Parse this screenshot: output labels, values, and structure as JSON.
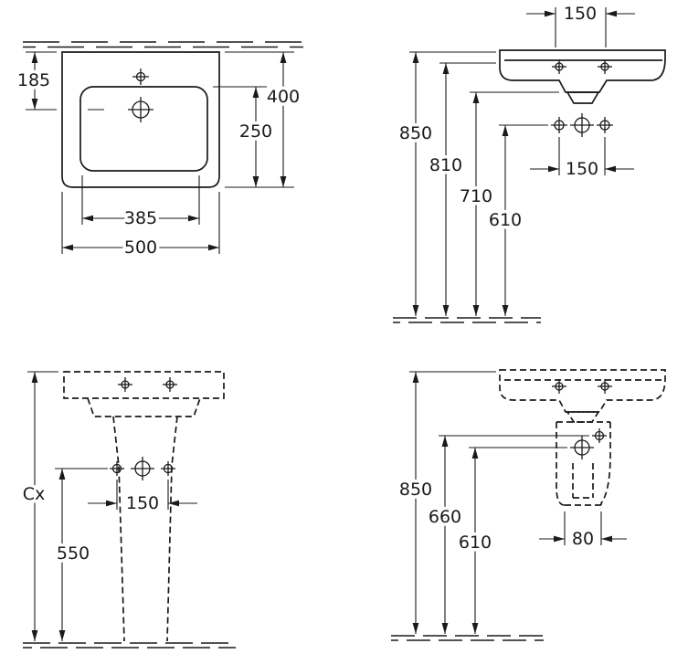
{
  "page": {
    "background": "#ffffff",
    "line_color": "#1a1a1a"
  },
  "icons": {
    "tap_hole": "circle-crosshair",
    "fixing_hole": "circle-crosshair",
    "drain_outlet": "circle-crosshair"
  },
  "views": {
    "plan": {
      "d185": "185",
      "d400": "400",
      "d250": "250",
      "d385": "385",
      "d500": "500"
    },
    "wall": {
      "top150": "150",
      "d850": "850",
      "d810": "810",
      "d710": "710",
      "d610": "610",
      "hole150": "150"
    },
    "ped_front": {
      "cx": "Cx",
      "d150": "150",
      "d550": "550"
    },
    "ped_side": {
      "d850": "850",
      "d660": "660",
      "d610": "610",
      "d80": "80"
    }
  }
}
